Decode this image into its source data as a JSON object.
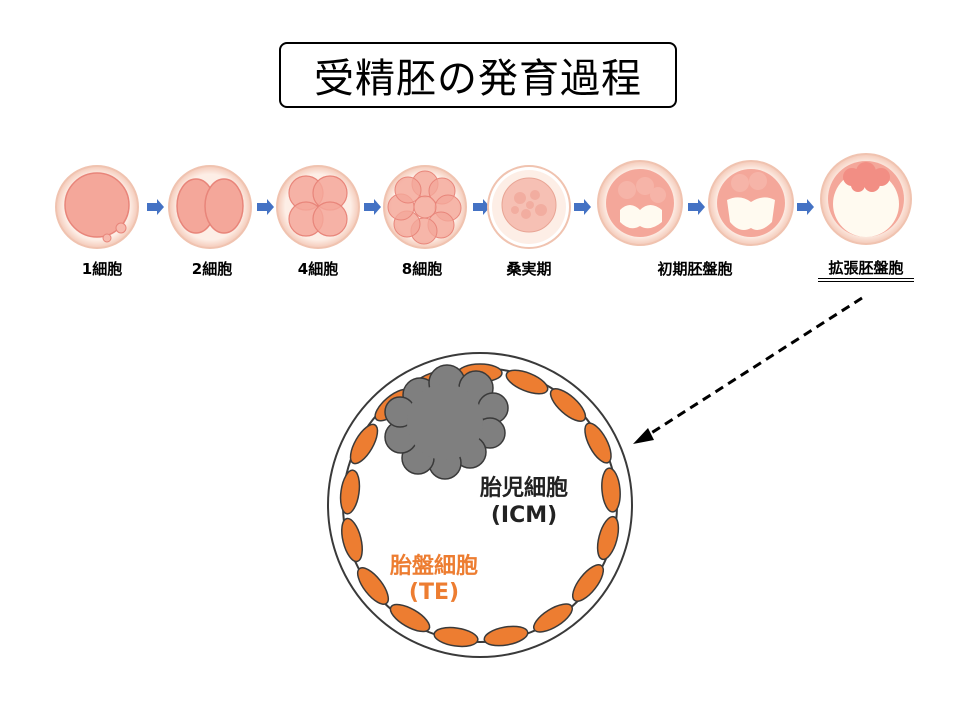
{
  "title": "受精胚の発育過程",
  "stages": [
    {
      "id": "1cell",
      "label": "1細胞"
    },
    {
      "id": "2cell",
      "label": "2細胞"
    },
    {
      "id": "4cell",
      "label": "4細胞"
    },
    {
      "id": "8cell",
      "label": "8細胞"
    },
    {
      "id": "morula",
      "label": "桑実期"
    },
    {
      "id": "early-blastocyst",
      "label": "初期胚盤胞"
    },
    {
      "id": "expanded-blastocyst",
      "label": "拡張胚盤胞"
    }
  ],
  "detail": {
    "icm_label": "胎児細胞",
    "icm_abbr": "(ICM)",
    "te_label": "胎盤細胞",
    "te_abbr": "(TE)"
  },
  "colors": {
    "cell_fill": "#f4a79a",
    "cell_stroke": "#e8857a",
    "zona": "#fbe3d7",
    "arrow": "#4472c4",
    "te": "#ed7d31",
    "icm": "#7f7f7f",
    "te_text": "#ed7d31"
  }
}
